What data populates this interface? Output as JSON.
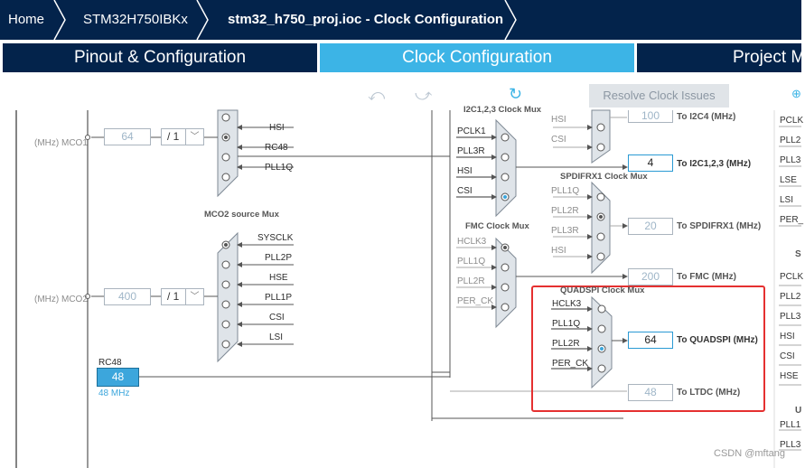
{
  "breadcrumb": {
    "items": [
      "Home",
      "STM32H750IBKx",
      "stm32_h750_proj.ioc - Clock Configuration"
    ]
  },
  "tabs": [
    {
      "label": "Pinout & Configuration"
    },
    {
      "label": "Clock Configuration"
    },
    {
      "label": "Project M"
    }
  ],
  "toolbar": {
    "resolve_label": "Resolve Clock Issues"
  },
  "mco1": {
    "label": "(MHz) MCO1",
    "value": "64",
    "divider": "/ 1",
    "inputs": [
      "HSI",
      "RC48",
      "PLL1Q"
    ]
  },
  "mco2": {
    "title": "MCO2 source Mux",
    "label": "(MHz) MCO2",
    "value": "400",
    "divider": "/ 1",
    "inputs": [
      "SYSCLK",
      "PLL2P",
      "HSE",
      "PLL1P",
      "CSI",
      "LSI"
    ]
  },
  "rc48": {
    "label": "RC48",
    "value": "48",
    "unit": "48 MHz"
  },
  "i2c4": {
    "value": "100",
    "label": "To I2C4 (MHz)",
    "inputs": [
      "HSI",
      "CSI"
    ]
  },
  "i2c123": {
    "title": "I2C1,2,3 Clock Mux",
    "inputs": [
      "PCLK1",
      "PLL3R",
      "HSI",
      "CSI"
    ],
    "value": "4",
    "label": "To I2C1,2,3 (MHz)"
  },
  "spdif": {
    "title": "SPDIFRX1 Clock Mux",
    "inputs": [
      "PLL1Q",
      "PLL2R",
      "PLL3R",
      "HSI"
    ],
    "value": "20",
    "label": "To SPDIFRX1 (MHz)"
  },
  "fmc": {
    "title": "FMC Clock Mux",
    "inputs": [
      "HCLK3",
      "PLL1Q",
      "PLL2R",
      "PER_CK"
    ],
    "value": "200",
    "label": "To FMC (MHz)"
  },
  "quadspi": {
    "title": "QUADSPI Clock Mux",
    "inputs": [
      "HCLK3",
      "PLL1Q",
      "PLL2R",
      "PER_CK"
    ],
    "value": "64",
    "label": "To QUADSPI (MHz)"
  },
  "ltdc": {
    "value": "48",
    "label": "To LTDC (MHz)"
  },
  "right_column": {
    "group1": [
      "PCLK",
      "PLL2",
      "PLL3",
      "LSE",
      "LSI",
      "PER_"
    ],
    "s": "S",
    "group2": [
      "PCLK",
      "PLL2",
      "PLL3",
      "HSI",
      "CSI",
      "HSE"
    ],
    "u": "U",
    "group3": [
      "PLL1",
      "PLL3"
    ]
  },
  "watermark": "CSDN @mftang"
}
